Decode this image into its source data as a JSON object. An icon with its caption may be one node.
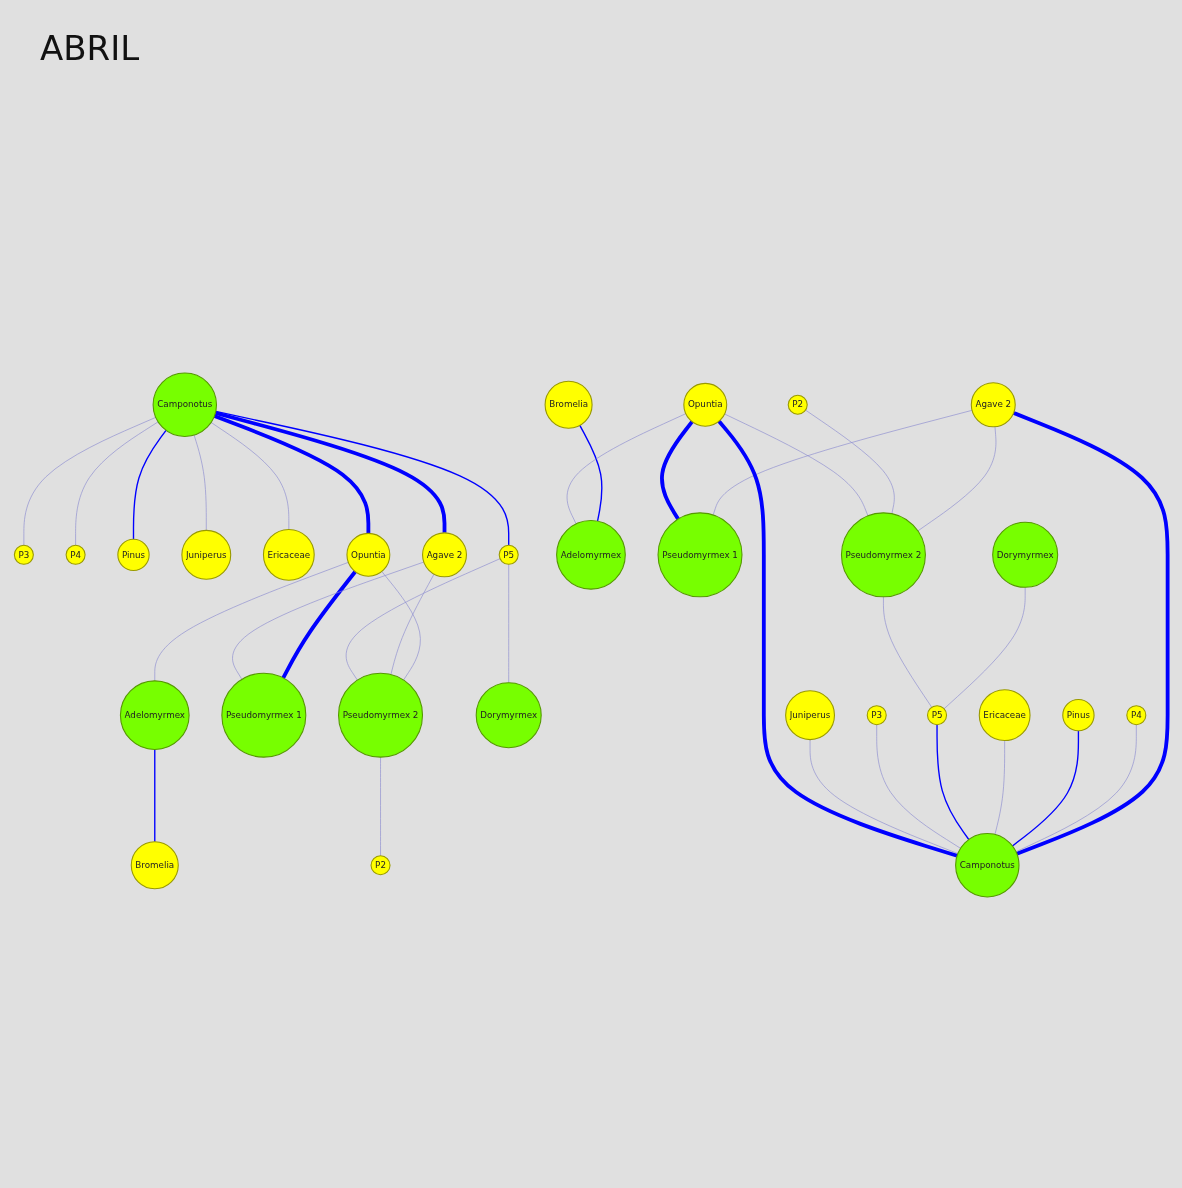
{
  "diagram": {
    "title": "ABRIL",
    "nodes": [
      {
        "text": [
          "Bromelia"
        ]
      },
      {
        "text": [
          "P3"
        ]
      },
      {
        "text": [
          "P4"
        ]
      },
      {
        "text": [
          "Pinus"
        ]
      },
      {
        "text": [
          "Adelomyrmex"
        ]
      },
      {
        "text": [
          "Juniperus"
        ]
      },
      {
        "text": [
          "Camponotus"
        ]
      },
      {
        "text": [
          "Opuntia"
        ]
      },
      {
        "text": [
          "Ericaceae"
        ]
      },
      {
        "text": [
          "Agave 2"
        ]
      },
      {
        "text": [
          "Pseudomyrmex 1"
        ]
      },
      {
        "text": [
          "P5"
        ]
      },
      {
        "text": [
          "Pseudomyrmex 2"
        ]
      },
      {
        "text": [
          "Dorymyrmex"
        ]
      },
      {
        "text": [
          "P2"
        ]
      },
      {
        "text": [
          "Agave 2"
        ]
      },
      {
        "text": [
          "P4"
        ]
      },
      {
        "text": [
          "Pinus"
        ]
      },
      {
        "text": [
          "P3"
        ]
      },
      {
        "text": [
          "P2"
        ]
      },
      {
        "text": [
          "Juniperus"
        ]
      },
      {
        "text": [
          "Bromelia"
        ]
      },
      {
        "text": [
          "Opuntia"
        ]
      },
      {
        "text": [
          "Ericaceae"
        ]
      },
      {
        "text": [
          "Dorymyrmex"
        ]
      },
      {
        "text": [
          "P5"
        ]
      },
      {
        "text": [
          "Adelomyrmex"
        ]
      },
      {
        "text": [
          "Camponotus"
        ]
      },
      {
        "text": [
          "Pseudomyrmex 2"
        ]
      },
      {
        "text": [
          "Pseudomyrmex 1"
        ]
      }
    ],
    "edges": [
      {
        "from": 6,
        "to": 1,
        "arrow": "none"
      },
      {
        "from": 6,
        "to": 2,
        "arrow": "none"
      },
      {
        "from": 6,
        "to": 3,
        "arrow": "none",
        "color": "#0000ff"
      },
      {
        "from": 6,
        "to": 5,
        "arrow": "none"
      },
      {
        "from": 6,
        "to": 8,
        "arrow": "none"
      },
      {
        "from": 6,
        "to": 11,
        "arrow": "none",
        "color": "#0000ff"
      },
      {
        "from": 6,
        "to": 7,
        "arrow": "none",
        "style": "thick",
        "color": "#0000ff"
      },
      {
        "from": 6,
        "to": 9,
        "arrow": "none",
        "style": "thick",
        "color": "#0000ff"
      },
      {
        "from": 7,
        "to": 4,
        "arrow": "none"
      },
      {
        "from": 7,
        "to": 10,
        "arrow": "none",
        "style": "thick",
        "color": "#0000ff"
      },
      {
        "from": 7,
        "to": 12,
        "arrow": "none"
      },
      {
        "from": 9,
        "to": 10,
        "arrow": "none"
      },
      {
        "from": 9,
        "to": 12,
        "arrow": "none"
      },
      {
        "from": 11,
        "to": 12,
        "arrow": "none"
      },
      {
        "from": 11,
        "to": 13,
        "arrow": "none"
      },
      {
        "from": 12,
        "to": 14,
        "arrow": "none"
      },
      {
        "from": 4,
        "to": 0,
        "arrow": "none",
        "color": "#0000ff"
      },
      {
        "from": 15,
        "to": 27,
        "arrow": "none",
        "style": "thick",
        "color": "#0000ff"
      },
      {
        "from": 15,
        "to": 28,
        "arrow": "none"
      },
      {
        "from": 15,
        "to": 29,
        "arrow": "none"
      },
      {
        "from": 16,
        "to": 27,
        "arrow": "none"
      },
      {
        "from": 17,
        "to": 27,
        "arrow": "none",
        "color": "#0000ff"
      },
      {
        "from": 19,
        "to": 28,
        "arrow": "none"
      },
      {
        "from": 21,
        "to": 26,
        "arrow": "none",
        "color": "#0000ff"
      },
      {
        "from": 23,
        "to": 27,
        "arrow": "none"
      },
      {
        "from": 25,
        "to": 27,
        "arrow": "none",
        "color": "#0000ff"
      },
      {
        "from": 18,
        "to": 27,
        "arrow": "none"
      },
      {
        "from": 20,
        "to": 27,
        "arrow": "none"
      },
      {
        "from": 22,
        "to": 27,
        "arrow": "none",
        "style": "thick",
        "color": "#0000ff"
      },
      {
        "from": 22,
        "to": 29,
        "arrow": "none",
        "style": "thick",
        "color": "#0000ff"
      },
      {
        "from": 22,
        "to": 26,
        "arrow": "none"
      },
      {
        "from": 22,
        "to": 28,
        "arrow": "none"
      },
      {
        "from": 24,
        "to": 25,
        "arrow": "none"
      },
      {
        "from": 28,
        "to": 25,
        "arrow": "none"
      }
    ]
  }
}
